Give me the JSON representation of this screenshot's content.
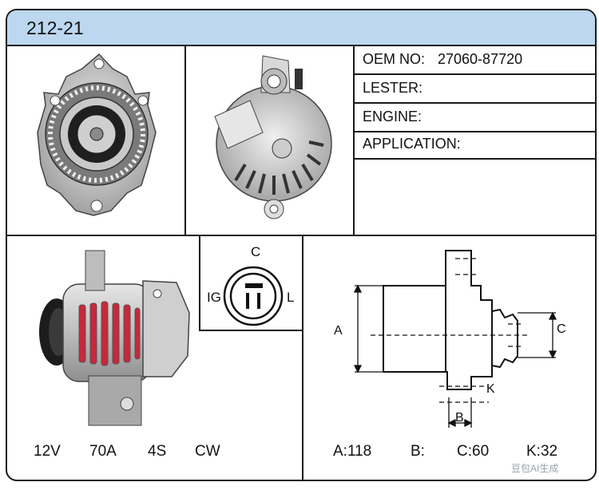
{
  "header": {
    "part_number": "212-21"
  },
  "specs": {
    "oem_label": "OEM NO:",
    "oem_value": "27060-87720",
    "lester_label": "LESTER:",
    "engine_label": "ENGINE:",
    "application_label": "APPLICATION:"
  },
  "plug": {
    "top": "C",
    "left": "IG",
    "right": "L"
  },
  "electrical": {
    "voltage": "12V",
    "amperage": "70A",
    "groove": "4S",
    "rotation": "CW"
  },
  "dimension_labels": {
    "a": "A",
    "b": "B",
    "c": "C",
    "k": "K"
  },
  "dimensions": {
    "a": "A:118",
    "b": "B:",
    "c": "C:60",
    "k": "K:32"
  },
  "watermark": "豆包AI生成",
  "colors": {
    "header_bg": "#bcd7ef",
    "border": "#1a1a1a",
    "fan_red": "#c8283a"
  }
}
